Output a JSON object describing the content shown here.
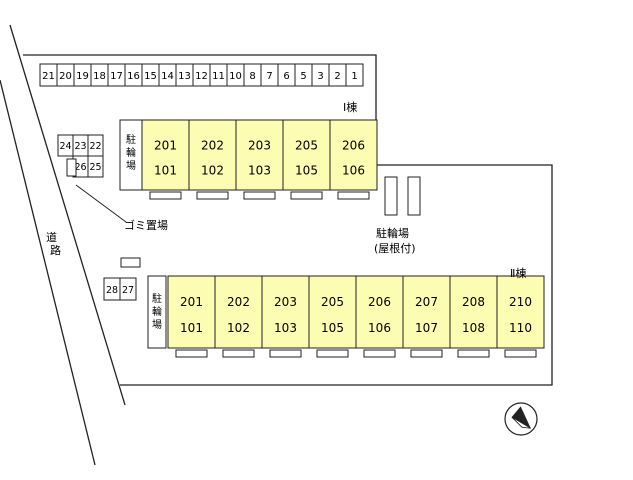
{
  "top_parking_numbers": [
    "21",
    "20",
    "19",
    "18",
    "17",
    "16",
    "15",
    "14",
    "13",
    "12",
    "11",
    "10",
    "8",
    "7",
    "6",
    "5",
    "3",
    "2",
    "1"
  ],
  "left_parking_grid": [
    [
      "24",
      "23",
      "22"
    ],
    [
      "",
      "26",
      "25"
    ]
  ],
  "lower_left_parking": [
    "28",
    "27"
  ],
  "building_1": {
    "label": "Ⅰ棟",
    "bike_label": [
      "駐",
      "輪",
      "場"
    ],
    "units": [
      {
        "upper": "201",
        "lower": "101"
      },
      {
        "upper": "202",
        "lower": "102"
      },
      {
        "upper": "203",
        "lower": "103"
      },
      {
        "upper": "205",
        "lower": "105"
      },
      {
        "upper": "206",
        "lower": "106"
      }
    ]
  },
  "building_2": {
    "label": "Ⅱ棟",
    "bike_label": [
      "駐",
      "輪",
      "場"
    ],
    "units": [
      {
        "upper": "201",
        "lower": "101"
      },
      {
        "upper": "202",
        "lower": "102"
      },
      {
        "upper": "203",
        "lower": "103"
      },
      {
        "upper": "205",
        "lower": "105"
      },
      {
        "upper": "206",
        "lower": "106"
      },
      {
        "upper": "207",
        "lower": "107"
      },
      {
        "upper": "208",
        "lower": "108"
      },
      {
        "upper": "210",
        "lower": "110"
      }
    ]
  },
  "garbage_label": "ゴミ置場",
  "bike_parking_roofed": {
    "line1": "駐輪場",
    "line2": "(屋根付)"
  },
  "road_label": [
    "道",
    "路"
  ],
  "compass": {
    "direction": "N"
  },
  "colors": {
    "unit_fill": "#fcfcb3",
    "line": "#222222"
  }
}
